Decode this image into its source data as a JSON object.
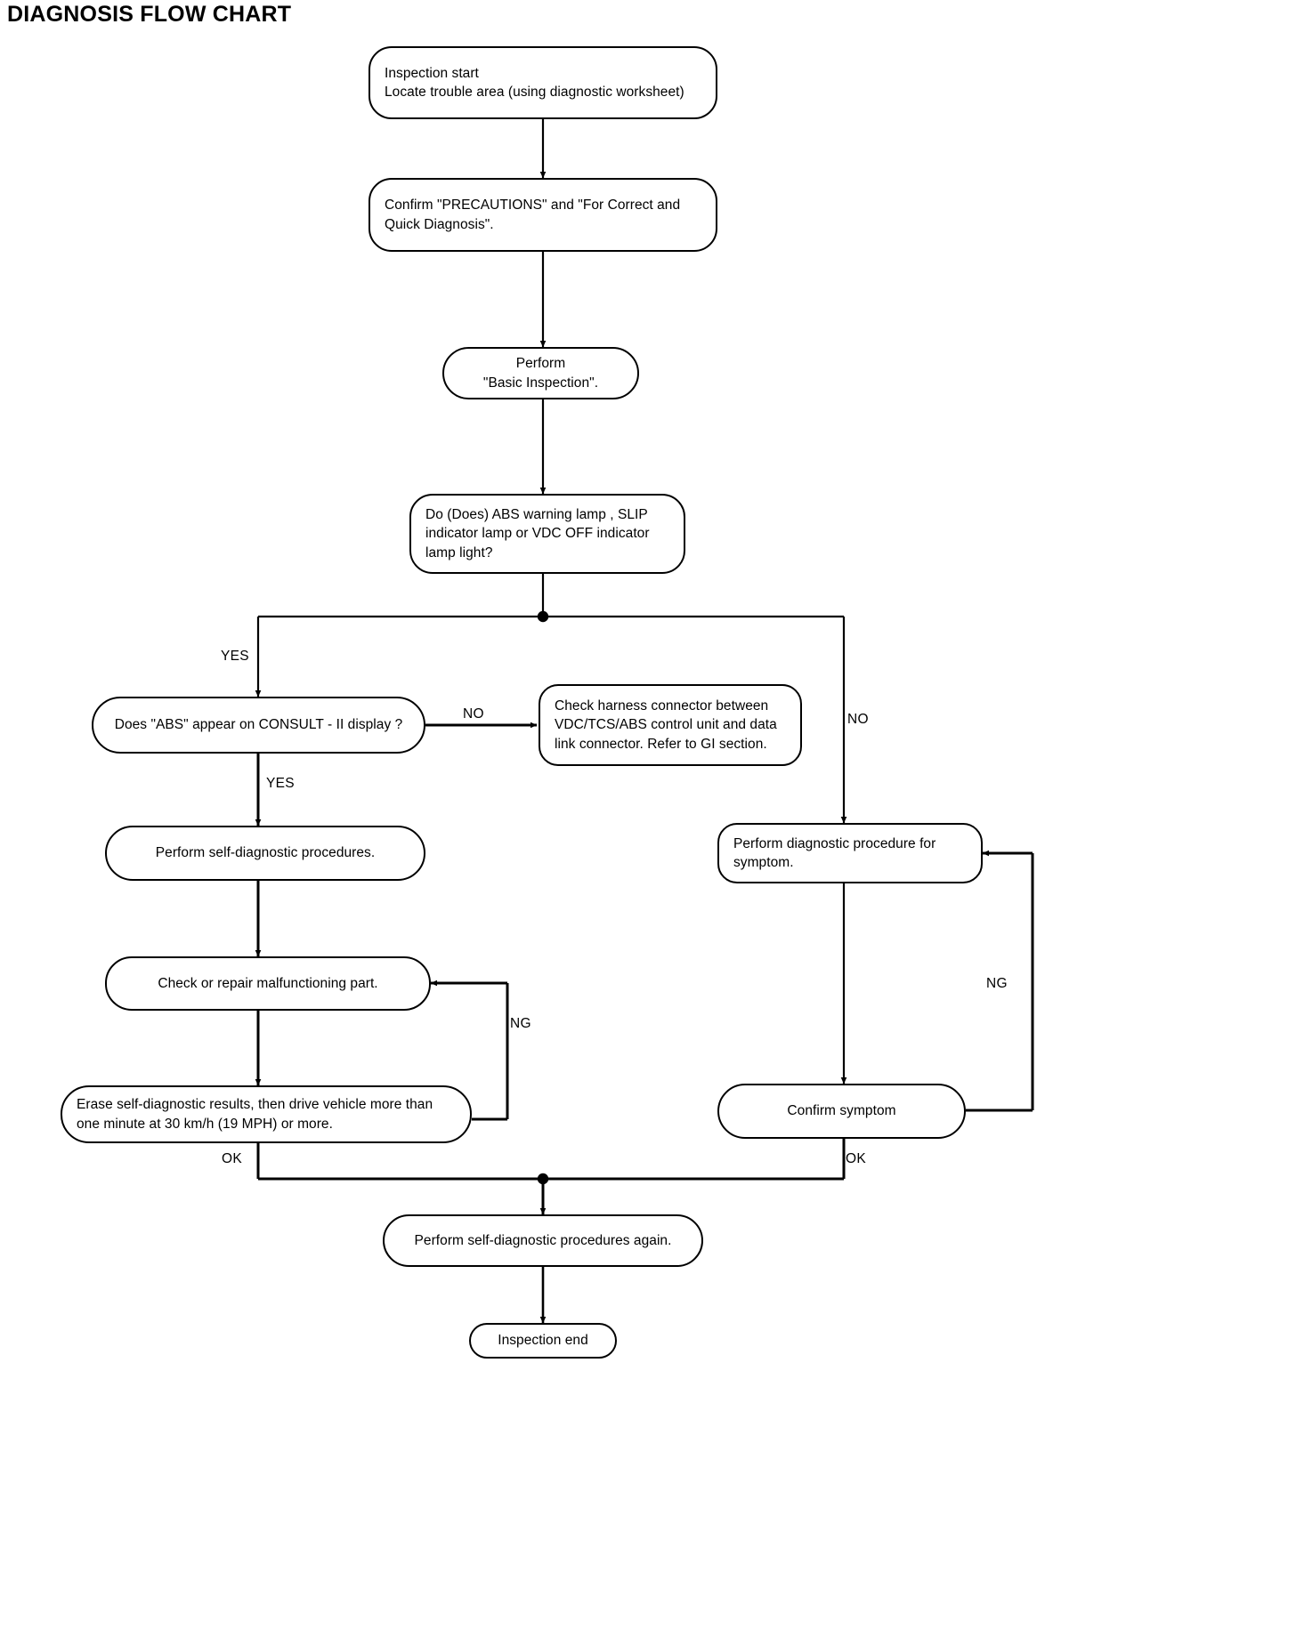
{
  "title": "DIAGNOSIS FLOW CHART",
  "chart_data": {
    "type": "diagram",
    "diagram_kind": "flowchart",
    "title": "DIAGNOSIS FLOW CHART",
    "nodes": [
      {
        "id": "n1",
        "shape": "rounded-rect",
        "text": "Inspection start\nLocate trouble area (using diagnostic worksheet)"
      },
      {
        "id": "n2",
        "shape": "rounded-rect",
        "text": "Confirm \"PRECAUTIONS\" and \"For Correct and\nQuick Diagnosis\"."
      },
      {
        "id": "n3",
        "shape": "stadium",
        "text": "Perform\n\"Basic Inspection\"."
      },
      {
        "id": "n4",
        "shape": "rounded-rect",
        "text": "Do (Does) ABS warning lamp , SLIP\nindicator lamp or VDC OFF indicator\nlamp light?"
      },
      {
        "id": "n5",
        "shape": "stadium",
        "text": "Does \"ABS\" appear on CONSULT - II display ?"
      },
      {
        "id": "n6",
        "shape": "rounded-rect",
        "text": "Check harness connector between\nVDC/TCS/ABS control unit and data\nlink connector. Refer to GI section."
      },
      {
        "id": "n7",
        "shape": "stadium",
        "text": "Perform self-diagnostic procedures."
      },
      {
        "id": "n8",
        "shape": "rounded-rect",
        "text": "Perform diagnostic procedure for\nsymptom."
      },
      {
        "id": "n9",
        "shape": "stadium",
        "text": "Check or repair malfunctioning part."
      },
      {
        "id": "n10",
        "shape": "stadium",
        "text": "Erase self-diagnostic results, then drive vehicle more than\none minute at 30 km/h (19 MPH) or more."
      },
      {
        "id": "n11",
        "shape": "stadium",
        "text": "Confirm  symptom"
      },
      {
        "id": "n12",
        "shape": "stadium",
        "text": "Perform self-diagnostic procedures again."
      },
      {
        "id": "n13",
        "shape": "stadium",
        "text": "Inspection end"
      }
    ],
    "edges": [
      {
        "from": "n1",
        "to": "n2",
        "label": ""
      },
      {
        "from": "n2",
        "to": "n3",
        "label": ""
      },
      {
        "from": "n3",
        "to": "n4",
        "label": ""
      },
      {
        "from": "n4",
        "to": "n5",
        "label": "YES"
      },
      {
        "from": "n4",
        "to": "n8",
        "label": "NO"
      },
      {
        "from": "n5",
        "to": "n6",
        "label": "NO"
      },
      {
        "from": "n5",
        "to": "n7",
        "label": "YES"
      },
      {
        "from": "n7",
        "to": "n9",
        "label": ""
      },
      {
        "from": "n9",
        "to": "n10",
        "label": ""
      },
      {
        "from": "n10",
        "to": "n9",
        "label": "NG"
      },
      {
        "from": "n10",
        "to": "n12",
        "label": "OK"
      },
      {
        "from": "n8",
        "to": "n11",
        "label": ""
      },
      {
        "from": "n11",
        "to": "n8",
        "label": "NG"
      },
      {
        "from": "n11",
        "to": "n12",
        "label": "OK"
      },
      {
        "from": "n12",
        "to": "n13",
        "label": ""
      }
    ]
  },
  "nodes": {
    "inspection_start": {
      "line1": "Inspection start",
      "line2": "Locate trouble area (using diagnostic worksheet)",
      "text": "Inspection start\nLocate trouble area (using diagnostic worksheet)"
    },
    "confirm_precautions": {
      "text": "Confirm \"PRECAUTIONS\" and \"For Correct and\nQuick Diagnosis\"."
    },
    "basic_inspection": {
      "text": "Perform\n\"Basic Inspection\"."
    },
    "lamp_question": {
      "text": "Do (Does) ABS warning lamp , SLIP\nindicator lamp or VDC OFF indicator\nlamp light?"
    },
    "abs_consult_question": {
      "text": "Does \"ABS\" appear on CONSULT - II display ?"
    },
    "check_harness": {
      "text": "Check harness connector between\nVDC/TCS/ABS control unit and data\nlink connector. Refer to GI section."
    },
    "self_diagnostic": {
      "text": "Perform self-diagnostic procedures."
    },
    "diagnostic_symptom": {
      "text": "Perform diagnostic procedure for\nsymptom."
    },
    "check_repair": {
      "text": "Check or repair malfunctioning part."
    },
    "erase_results": {
      "text": "Erase self-diagnostic results, then drive vehicle more than\none minute at 30 km/h (19 MPH) or more."
    },
    "confirm_symptom": {
      "text": "Confirm  symptom"
    },
    "self_diagnostic_again": {
      "text": "Perform self-diagnostic procedures again."
    },
    "inspection_end": {
      "text": "Inspection end"
    }
  },
  "labels": {
    "yes_branch_main": "YES",
    "no_branch_main": "NO",
    "no_branch_consult": "NO",
    "yes_branch_consult": "YES",
    "ng_left": "NG",
    "ng_right": "NG",
    "ok_left": "OK",
    "ok_right": "OK"
  },
  "colors": {
    "stroke": "#000000",
    "background": "#ffffff",
    "text": "#000000"
  }
}
